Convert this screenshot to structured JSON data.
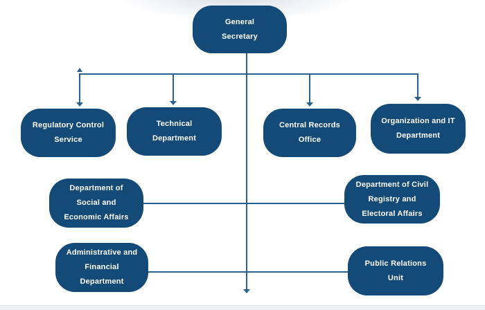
{
  "diagram": {
    "type": "org-chart",
    "nodes": [
      {
        "id": "general-secretary",
        "lines": [
          "General",
          "Secretary"
        ]
      },
      {
        "id": "regulatory-control-service",
        "lines": [
          "Regulatory Control",
          "Service"
        ]
      },
      {
        "id": "technical-department",
        "lines": [
          "Technical",
          "Department"
        ]
      },
      {
        "id": "central-records-office",
        "lines": [
          "Central Records",
          "Office"
        ]
      },
      {
        "id": "organization-it-department",
        "lines": [
          "Organization and IT",
          "Department"
        ]
      },
      {
        "id": "dept-social-economic",
        "lines": [
          "Department of",
          "Social and",
          "Economic Affairs"
        ]
      },
      {
        "id": "dept-civil-registry",
        "lines": [
          "Department of Civil",
          "Registry and",
          "Electoral Affairs"
        ]
      },
      {
        "id": "admin-financial-department",
        "lines": [
          "Administrative and",
          "Financial",
          "Department"
        ]
      },
      {
        "id": "public-relations-unit",
        "lines": [
          "Public Relations",
          "Unit"
        ]
      }
    ],
    "edges": [
      {
        "from": "general-secretary",
        "to": "regulatory-control-service"
      },
      {
        "from": "general-secretary",
        "to": "technical-department"
      },
      {
        "from": "general-secretary",
        "to": "central-records-office"
      },
      {
        "from": "general-secretary",
        "to": "organization-it-department"
      },
      {
        "from": "general-secretary",
        "to": "dept-social-economic"
      },
      {
        "from": "general-secretary",
        "to": "dept-civil-registry"
      },
      {
        "from": "general-secretary",
        "to": "admin-financial-department"
      },
      {
        "from": "general-secretary",
        "to": "public-relations-unit"
      }
    ],
    "colors": {
      "node_fill": "#134a78",
      "node_text": "#ffffff",
      "connector": "#27618f",
      "footer_bar": "#eef0f3"
    }
  }
}
